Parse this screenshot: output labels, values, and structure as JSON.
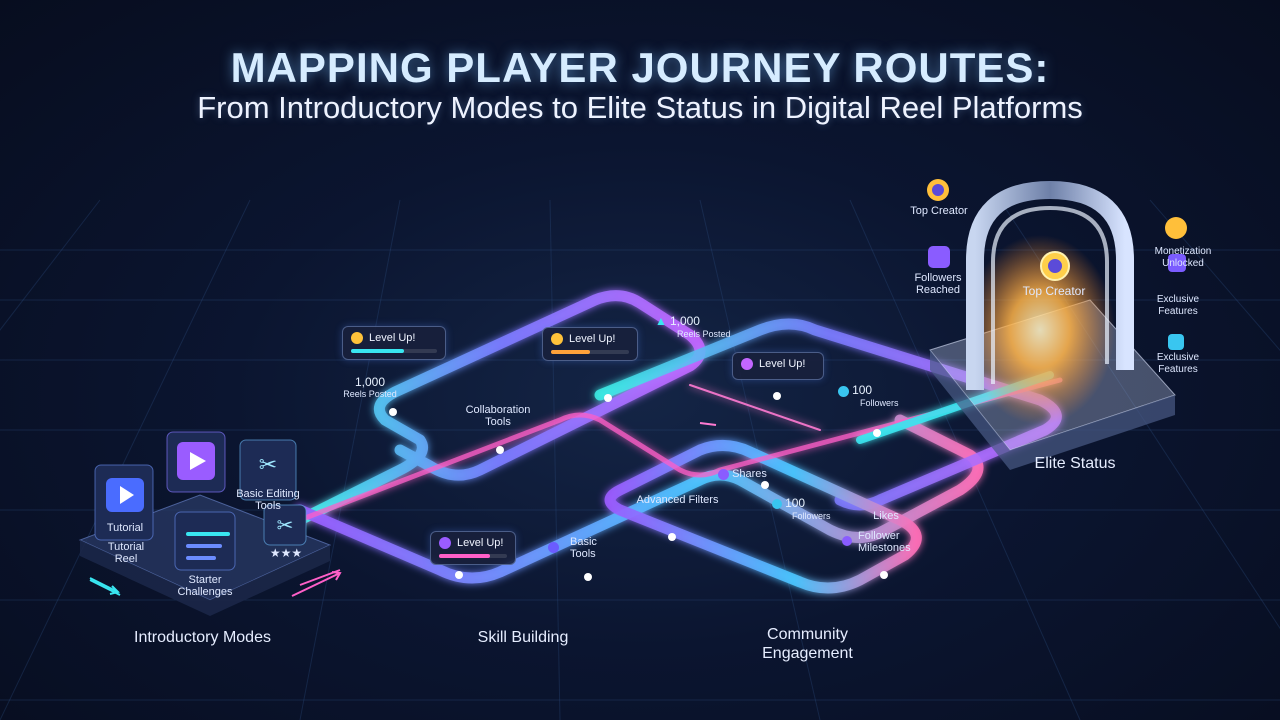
{
  "title": {
    "line1": "MAPPING PLAYER JOURNEY ROUTES:",
    "line2": "From Introductory Modes to Elite Status in Digital Reel Platforms"
  },
  "stages": {
    "intro": "Introductory Modes",
    "skill": "Skill Building",
    "community_line1": "Community",
    "community_line2": "Engagement",
    "elite": "Elite Status"
  },
  "intro_items": {
    "tutorial": "Tutorial",
    "tutorial_reel_1": "Tutorial",
    "tutorial_reel_2": "Reel",
    "basic_editing_1": "Basic Editing",
    "basic_editing_2": "Tools",
    "starter_1": "Starter",
    "starter_2": "Challenges",
    "stars": "★★★"
  },
  "path_labels": {
    "level_up_1": "Level Up!",
    "level_up_2": "Level Up!",
    "level_up_3": "Level Up!",
    "level_up_4": "Level Up!",
    "reels_posted_left_num": "1,000",
    "reels_posted_left_txt": "Reels Posted",
    "reels_posted_top_num": "1,000",
    "reels_posted_top_txt": "Reels Posted",
    "collab_1": "Collaboration",
    "collab_2": "Tools",
    "followers_100_top_num": "100",
    "followers_100_top_txt": "Followers",
    "shares": "Shares",
    "advanced_filters": "Advanced Filters",
    "followers_100_mid_num": "100",
    "followers_100_mid_txt": "Followers",
    "likes": "Likes",
    "follower_milestones_1": "Follower",
    "follower_milestones_2": "Milestones",
    "basic_tools_1": "Basic",
    "basic_tools_2": "Tools"
  },
  "elite_items": {
    "top_creator_arch": "Top Creator",
    "top_creator_badge": "Top Creator",
    "followers_reached_1": "Followers",
    "followers_reached_2": "Reached",
    "monetization_1": "Monetization",
    "monetization_2": "Unlocked",
    "exclusive_1a": "Exclusive",
    "exclusive_1b": "Features",
    "exclusive_2a": "Exclusive",
    "exclusive_2b": "Features"
  },
  "colors": {
    "cyan": "#39e6f0",
    "purple": "#a264ff",
    "pink": "#ff5fc8",
    "gold": "#ffc23a"
  }
}
